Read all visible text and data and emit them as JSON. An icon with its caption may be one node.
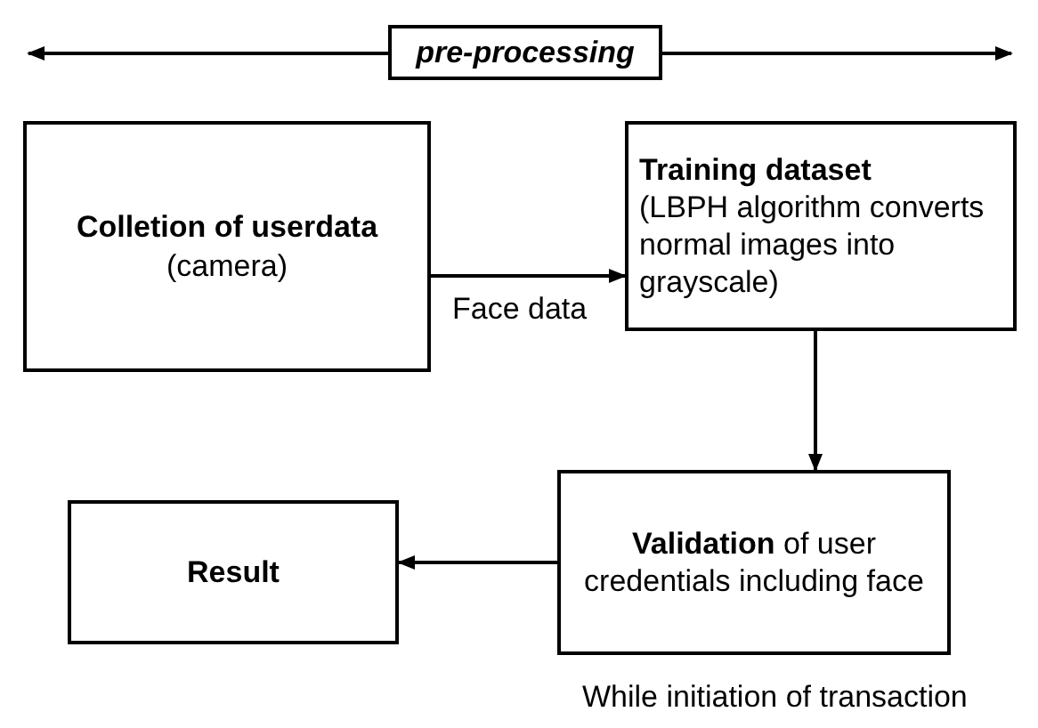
{
  "diagram": {
    "nodes": [
      {
        "text": [
          "pre-processing"
        ]
      },
      {
        "text": [
          "Colletion of userdata",
          "(camera)"
        ]
      },
      {
        "text": [
          "Training dataset",
          "(LBPH algorithm converts normal images into grayscale)"
        ]
      },
      {
        "text": [
          "**Validation** of user credentials including face"
        ]
      },
      {
        "text": [
          "Result"
        ]
      }
    ],
    "edges": [
      {
        "from": 1,
        "to": 2,
        "arrow": "to",
        "label": "Face data"
      },
      {
        "from": 2,
        "to": 3,
        "arrow": "to"
      },
      {
        "from": 3,
        "to": 4,
        "arrow": "to"
      }
    ],
    "labels": [
      "While initiation of transaction"
    ]
  }
}
